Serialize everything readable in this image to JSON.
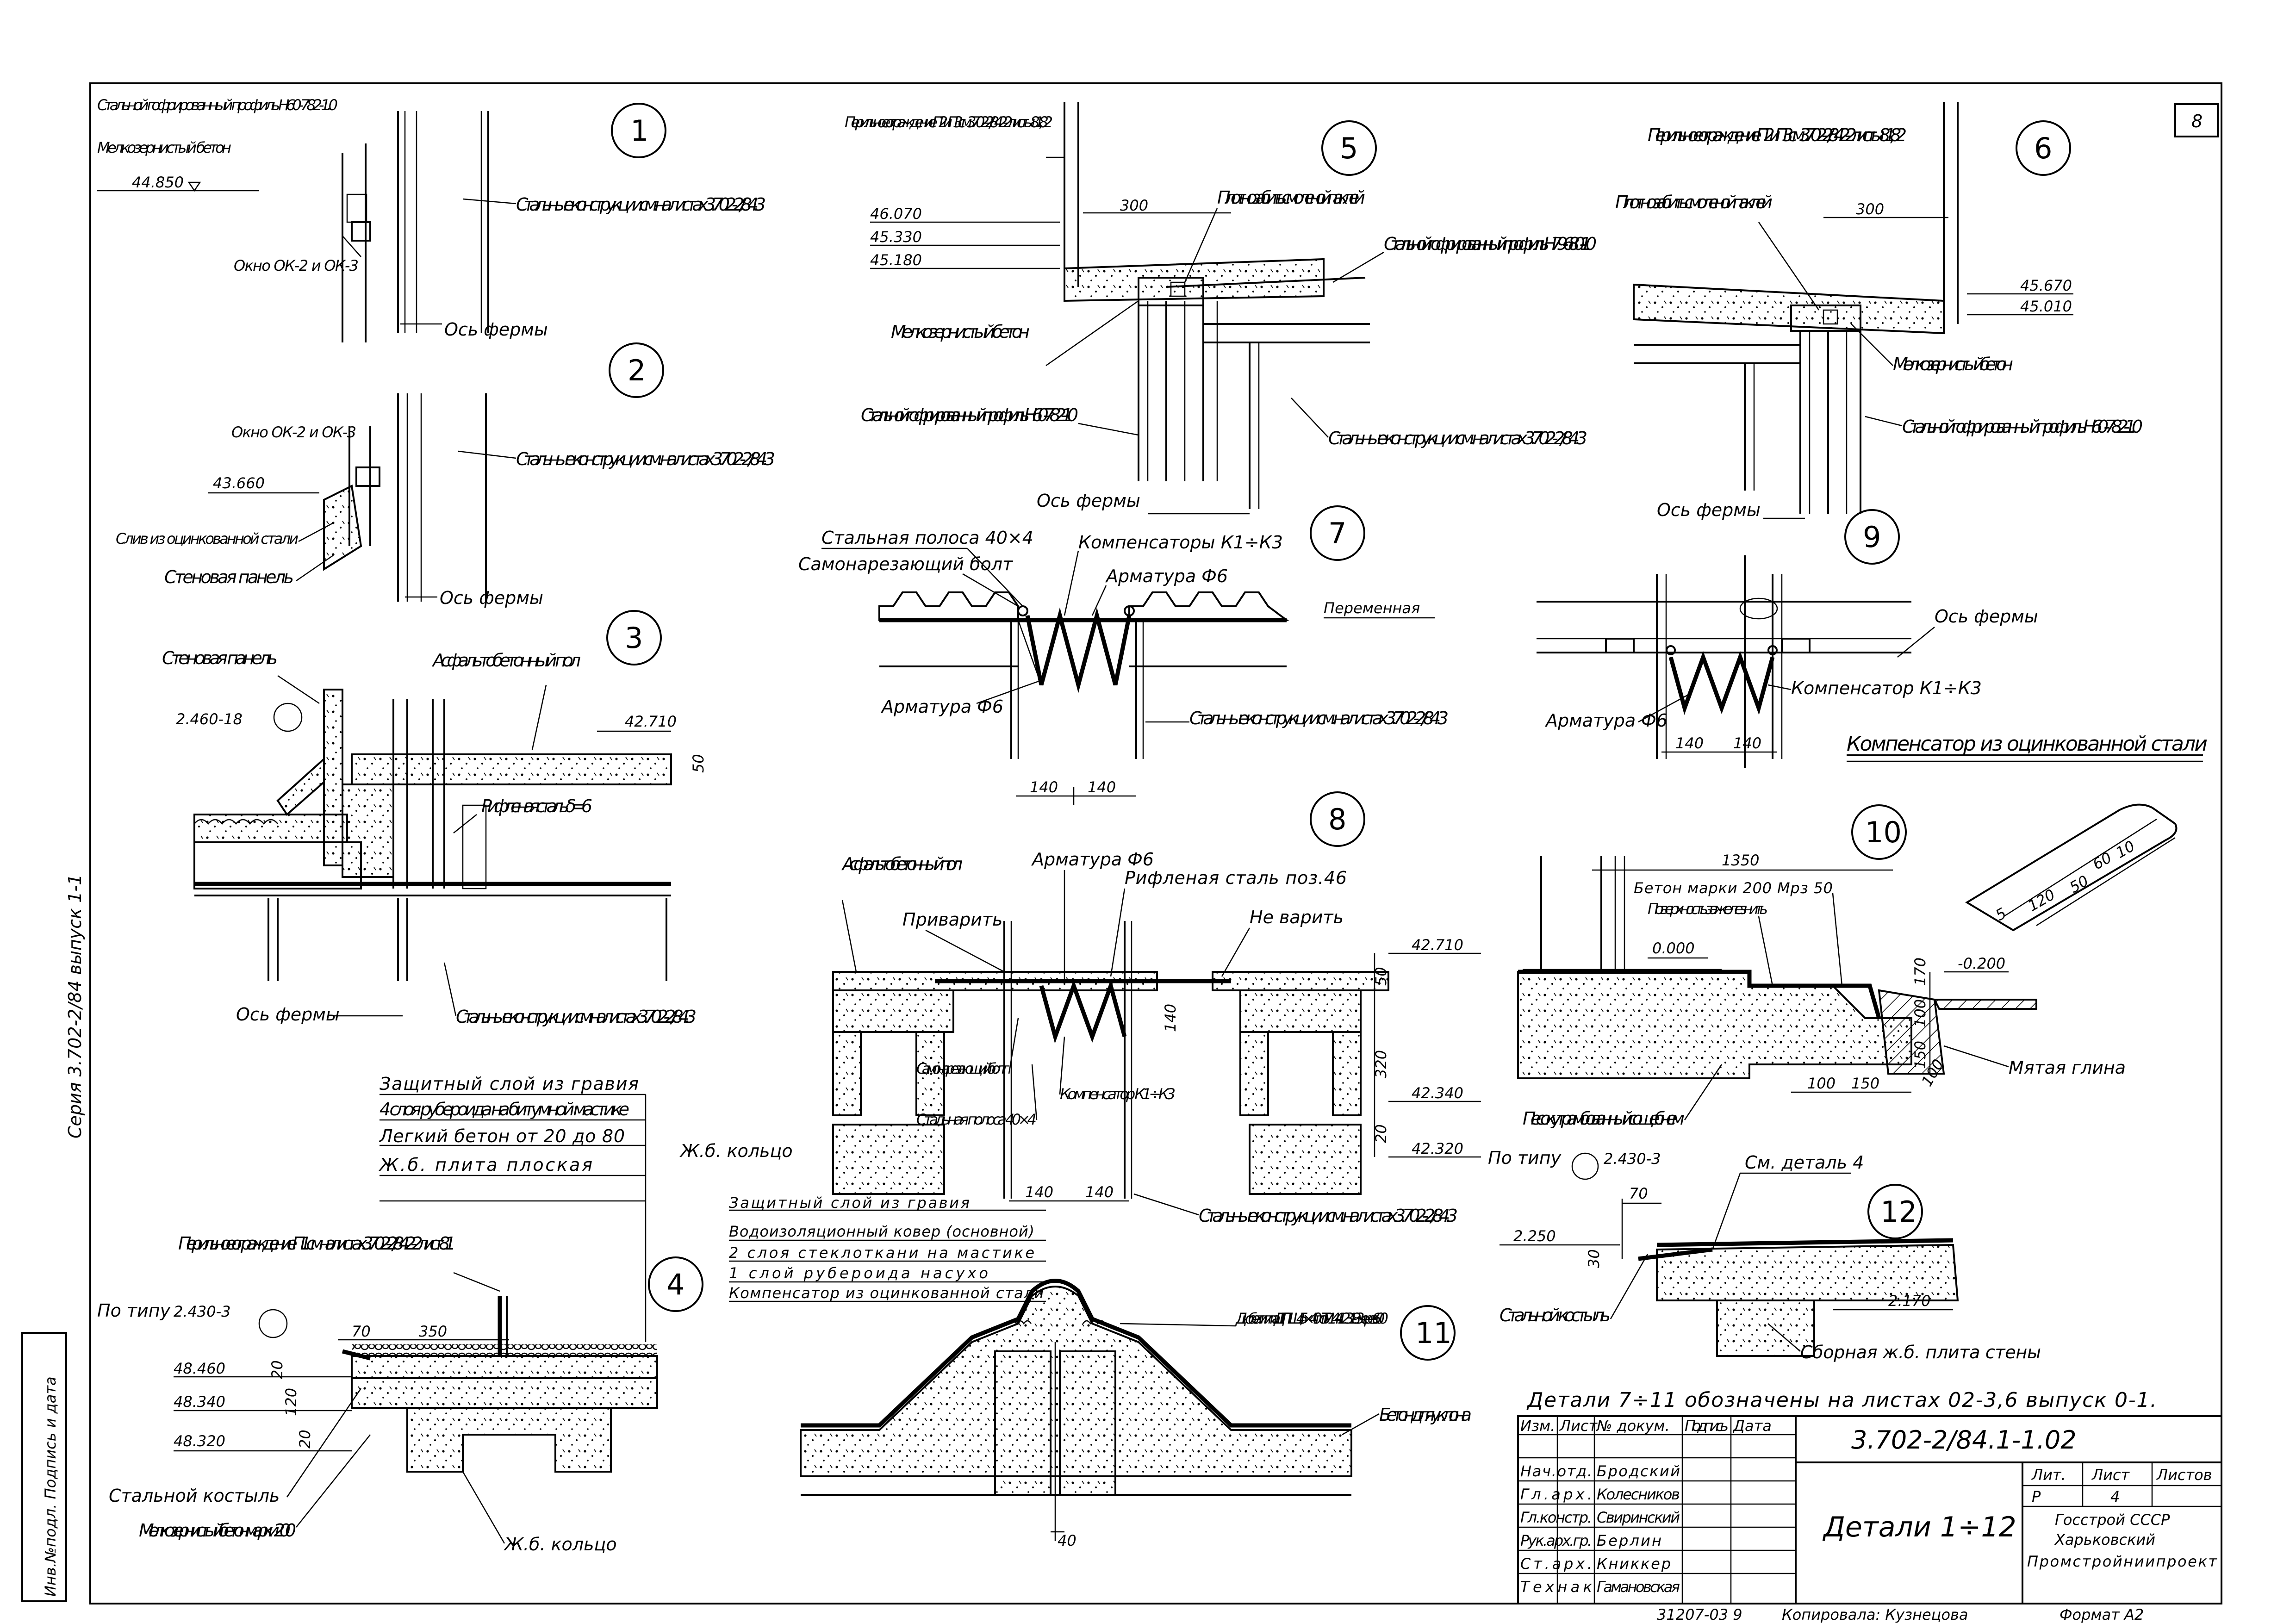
{
  "sheet": {
    "sheet_number": "8",
    "series_side_label": "Серия 3.702-2/84 выпуск 1-1",
    "left_strip_label": "Инв.№подл. Подпись и дата"
  },
  "details": {
    "d1": {
      "number": "1",
      "profile": "Стальной гофрированный профиль Н60-782-1.0",
      "concrete": "Мелкозернистый бетон",
      "elev": "44.850",
      "window": "Окно ОК-2 и ОК-3",
      "steel": "Стальные конструкции см. на листах 3.702-2/84.3",
      "axis": "Ось фермы"
    },
    "d2": {
      "number": "2",
      "window": "Окно ОК-2 и ОК-3",
      "elev": "43.660",
      "drain": "Слив из оцинкованной стали",
      "panel": "Стеновая панель",
      "steel": "Стальные конструкции см. на листах 3.702-2/84.3",
      "axis": "Ось фермы"
    },
    "d3": {
      "number": "3",
      "panel": "Стеновая панель",
      "floor": "Асфальтобетонный пол",
      "ref": "2.460-18",
      "elev": "42.710",
      "dim": "50",
      "plate": "Рифленая сталь δ=6",
      "axis": "Ось фермы",
      "steel": "Стальные конструкции см. на листах 3.702-2/84.3"
    },
    "d4": {
      "number": "4",
      "layers": [
        "Защитный слой из гравия",
        "4 слоя рубероида на битумной мастике",
        "Легкий бетон от 20 до 80",
        "Ж.б. плита плоская"
      ],
      "ring": "Ж.б. кольцо",
      "railing": "Перильное ограждение П1 см. на листах 3.702-2/84.2-2 лист 81",
      "type_ref": "По типу",
      "ref": "2.430-3",
      "dims": [
        "70",
        "350"
      ],
      "elevs": [
        "48.460",
        "48.340",
        "48.320"
      ],
      "vdims": [
        "20",
        "120",
        "20"
      ],
      "bracket": "Стальной костыль",
      "concrete": "Мелкозернистый бетон марки 200",
      "ring2": "Ж.б. кольцо"
    },
    "d5": {
      "number": "5",
      "railing": "Перильное ограждение П2 и П3 см. 3.702-2/84.2-2 листы 81,82",
      "elevs": [
        "46.070",
        "45.330",
        "45.180"
      ],
      "dim": "300",
      "seal": "Плотно забить смоленой паклей",
      "profile_top": "Стальной гофрированный профиль Н79-680-1.0",
      "concrete": "Мелкозернистый бетон",
      "profile": "Стальной гофрированный профиль Н60-782-1.0",
      "steel": "Стальные конструкции см. на листах 3.702-2/84.3",
      "axis": "Ось фермы"
    },
    "d6": {
      "number": "6",
      "railing": "Перильное ограждение П2 и П3 см. 3.702-2/84.2-2 листы 81, 82",
      "seal": "Плотно забить смоленой паклей",
      "dim": "300",
      "elevs": [
        "45.670",
        "45.010"
      ],
      "concrete": "Мелкозернистый бетон",
      "profile": "Стальной гофрированный профиль Н60-782-1.0",
      "axis": "Ось фермы"
    },
    "d7": {
      "number": "7",
      "strip": "Стальная полоса 40×4",
      "bolt": "Самонарезающий болт",
      "comp": "Компенсаторы К1÷К3",
      "rebar": "Арматура Ф6",
      "var": "Переменная",
      "rebar2": "Арматура Ф6",
      "steel": "Стальные конструкции см. на листах 3.702-2/84.3",
      "dims": [
        "140",
        "140"
      ]
    },
    "d8": {
      "number": "8",
      "floor": "Асфальтобетонный пол",
      "rebar": "Арматура Ф6",
      "plate": "Рифленая сталь поз.46",
      "weld": "Приварить",
      "noweld": "Не варить",
      "elevs": [
        "42.710",
        "42.340",
        "42.320"
      ],
      "vdims": [
        "50",
        "320",
        "20",
        "140"
      ],
      "bolt": "Самонарезающий болт",
      "strip": "Стальная полоса 40×4",
      "comp": "Компенсатор К1÷К3",
      "dims": [
        "140",
        "140"
      ],
      "steel": "Стальные конструкции см. на листах 3.702-2/84.3"
    },
    "d9": {
      "number": "9",
      "axis": "Ось фермы",
      "rebar": "Арматура Ф6",
      "comp": "Компенсатор К1÷К3",
      "dims": [
        "140",
        "140"
      ]
    },
    "galv": {
      "title": "Компенсатор из оцинкованной стали",
      "dims": [
        "60",
        "10",
        "5",
        "120",
        "50"
      ]
    },
    "d10": {
      "number": "10",
      "dim": "1350",
      "concrete": "Бетон марки 200 Мрз 50",
      "surface": "Поверхность зажелезнить",
      "elev0": "0.000",
      "elev": "-0.200",
      "vdims": [
        "170",
        "100",
        "150"
      ],
      "sand": "Песок утрамбованный со щебнем",
      "clay": "Мятая глина",
      "hdims": [
        "100",
        "150",
        "100"
      ]
    },
    "d11": {
      "number": "11",
      "layers": [
        "Защитный слой из гравия",
        "Водоизоляционный ковер (основной)",
        "2 слоя стеклоткани на мастике",
        "1 слой рубероида насухо",
        "Компенсатор из оцинкованной стали"
      ],
      "dowel": "Дюбели типа ДГПШ 4,5×40 по ТУ14-4-1231-83 через 600",
      "slope": "Бетон для уклона",
      "dim": "40"
    },
    "d12": {
      "number": "12",
      "type_ref": "По типу",
      "ref": "2.430-3",
      "see": "См. деталь 4",
      "dim": "70",
      "elev": "2.250",
      "vdim": "30",
      "bracket": "Стальной костыль",
      "elev2": "2.170",
      "slab": "Сборная ж.б. плита стены"
    }
  },
  "note": "Детали 7÷11 обозначены на листах 02-3,6 выпуск 0-1.",
  "title_block": {
    "code": "3.702-2/84.1-1.02",
    "title": "Детали 1÷12",
    "header": [
      "Изм.",
      "Лист",
      "№ докум.",
      "Подпись",
      "Дата"
    ],
    "roles": [
      "Нач.отд.",
      "Гл.арх.",
      "Гл.констр.",
      "Рук.арх.гр.",
      "Ст.арх.",
      "Технак"
    ],
    "names": [
      "Бродский",
      "Колесников",
      "Свиринский",
      "Берлин",
      "Книккер",
      "Гамановская"
    ],
    "stage_header": [
      "Лит.",
      "Лист",
      "Листов"
    ],
    "stage": "Р",
    "sheet": "4",
    "org_line1": "Госстрой СССР",
    "org_line2": "Харьковский",
    "org_line3": "Промстройниипроект",
    "footer_left": "31207-03   9",
    "footer_mid": "Копировала: Кузнецова",
    "footer_right": "Формат А2"
  }
}
